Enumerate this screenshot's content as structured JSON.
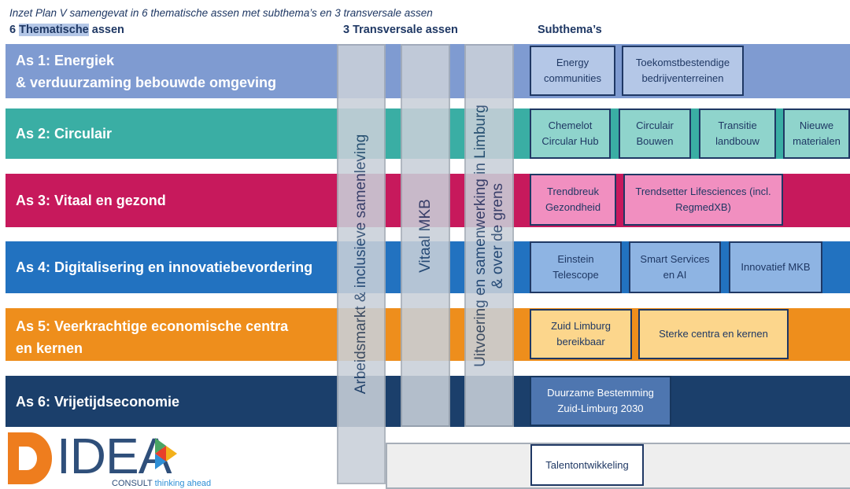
{
  "caption": "Inzet Plan V samengevat in 6  thematische assen met subthema’s en 3 transversale assen",
  "headers": {
    "thematic_part1": "6 ",
    "thematic_highlight": "Thematische",
    "thematic_part2": " assen",
    "transversal": "3 Transversale assen",
    "subthemes": "Subthema’s"
  },
  "axes": [
    {
      "label_line1": "As 1: Energiek",
      "label_line2": "& verduurzaming bebouwde omgeving",
      "color": "#7f9bd1"
    },
    {
      "label_line1": "As 2: Circulair",
      "label_line2": "",
      "color": "#3aaea4"
    },
    {
      "label_line1": "As 3: Vitaal en gezond",
      "label_line2": "",
      "color": "#c7195c"
    },
    {
      "label_line1": "As 4: Digitalisering en innovatiebevordering",
      "label_line2": "",
      "color": "#2272c0"
    },
    {
      "label_line1": "As 5: Veerkrachtige economische centra",
      "label_line2": "en kernen",
      "color": "#ee8e1c"
    },
    {
      "label_line1": "As 6: Vrijetijdseconomie",
      "label_line2": "",
      "color": "#1b3f6b"
    }
  ],
  "transversal_axes": [
    {
      "line1": "Arbeidsmarkt & inclusieve samenleving",
      "line2": ""
    },
    {
      "line1": "Vitaal MKB",
      "line2": ""
    },
    {
      "line1": "Uitvoering en samenwerking in Limburg",
      "line2": "& over de grens"
    }
  ],
  "subthemes": {
    "as1": [
      {
        "line1": "Energy",
        "line2": "communities",
        "fill": "#b4c7e7"
      },
      {
        "line1": "Toekomstbestendige",
        "line2": "bedrijventerreinen",
        "fill": "#b4c7e7"
      }
    ],
    "as2": [
      {
        "line1": "Chemelot",
        "line2": "Circular Hub",
        "fill": "#8fd4cc"
      },
      {
        "line1": "Circulair",
        "line2": "Bouwen",
        "fill": "#8fd4cc"
      },
      {
        "line1": "Transitie",
        "line2": "landbouw",
        "fill": "#8fd4cc"
      },
      {
        "line1": "Nieuwe",
        "line2": "materialen",
        "fill": "#8fd4cc"
      }
    ],
    "as3": [
      {
        "line1": "Trendbreuk",
        "line2": "Gezondheid",
        "fill": "#f18fc0"
      },
      {
        "line1": "Trendsetter Lifesciences (incl.",
        "line2": "RegmedXB)",
        "fill": "#f18fc0"
      }
    ],
    "as4": [
      {
        "line1": "Einstein",
        "line2": "Telescope",
        "fill": "#8eb4e3"
      },
      {
        "line1": "Smart Services",
        "line2": "en AI",
        "fill": "#8eb4e3"
      },
      {
        "line1": "Innovatief MKB",
        "line2": "",
        "fill": "#8eb4e3"
      }
    ],
    "as5": [
      {
        "line1": "Zuid Limburg",
        "line2": "bereikbaar",
        "fill": "#fcd68c"
      },
      {
        "line1": "Sterke centra en kernen",
        "line2": "",
        "fill": "#fcd68c"
      }
    ],
    "as6": [
      {
        "line1": "Duurzame Bestemming",
        "line2": "Zuid-Limburg 2030",
        "fill": "#4e76b0"
      }
    ],
    "transversal": [
      {
        "line1": "Talentontwikkeling",
        "line2": "",
        "fill": "#ffffff"
      }
    ]
  },
  "logo": {
    "name": "IDEA",
    "tagline_part1": "CONSULT ",
    "tagline_part2": "thinking ahead"
  }
}
